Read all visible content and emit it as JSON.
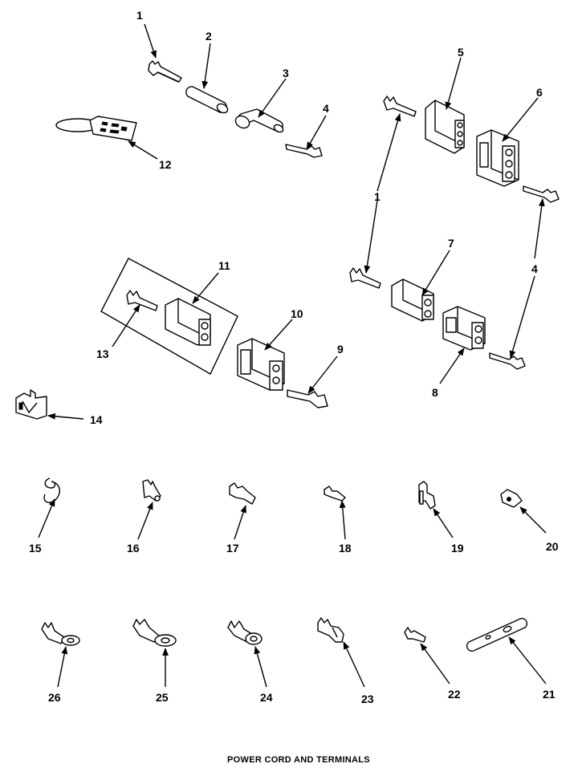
{
  "title": "POWER CORD AND TERMINALS",
  "callouts": [
    "1",
    "2",
    "3",
    "4",
    "5",
    "6",
    "1",
    "4",
    "7",
    "8",
    "9",
    "10",
    "11",
    "12",
    "13",
    "14",
    "15",
    "16",
    "17",
    "18",
    "19",
    "20",
    "21",
    "22",
    "23",
    "24",
    "25",
    "26"
  ]
}
